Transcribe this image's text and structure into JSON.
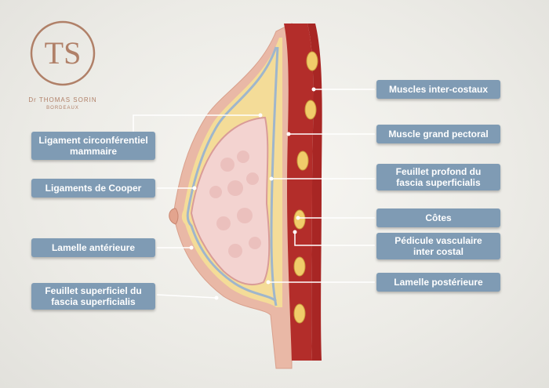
{
  "logo": {
    "monogram": "TS",
    "name": "Dr THOMAS SORIN",
    "city": "BORDEAUX",
    "color": "#b08068"
  },
  "labels": {
    "left": [
      "Ligament circonférentiel\nmammaire",
      "Ligaments de Cooper",
      "Lamelle antérieure",
      "Feuillet superficiel du\nfascia superficialis"
    ],
    "right": [
      "Muscles inter-costaux",
      "Muscle grand pectoral",
      "Feuillet profond du\nfascia superficialis",
      "Côtes",
      "Pédicule vasculaire\ninter costal",
      "Lamelle postérieure"
    ]
  },
  "colors": {
    "label_bg": "#7f9bb4",
    "muscle": "#b32d2a",
    "fat": "#f2d58a",
    "gland": "#f3d3d0",
    "skin": "#e9b8a6",
    "fascia": "#9fb6cc"
  }
}
